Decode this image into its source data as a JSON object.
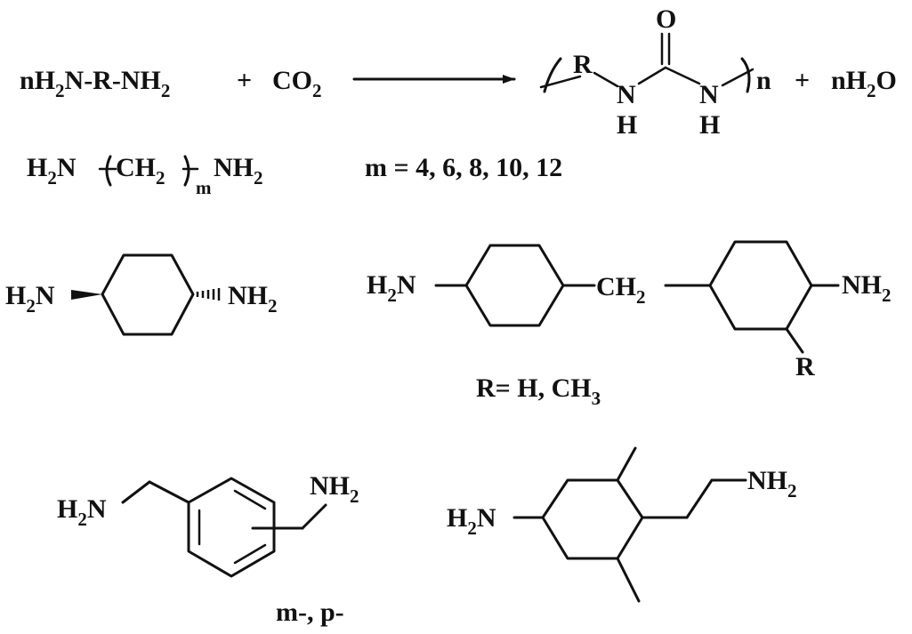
{
  "reaction": {
    "reactant_coef": "n",
    "amine_prefix": "H",
    "sub2": "2",
    "amine_mid": "N-R-NH",
    "plus": "+",
    "co2_main": "CO",
    "product_R": "R",
    "product_O": "O",
    "product_N": "N",
    "product_H": "H",
    "product_n": "n",
    "water_coef": "nH",
    "water_O": "O"
  },
  "aliphatic": {
    "left": "H",
    "n": "N",
    "ch": "CH",
    "m": "m",
    "right": "NH",
    "m_values": "m = 4, 6, 8, 10, 12"
  },
  "cyclohexane_diamine": {
    "left": "H",
    "n_left": "N",
    "right": "NH"
  },
  "methylene_bis": {
    "left": "H",
    "n_left": "N",
    "bridge": "CH",
    "right": "NH",
    "R": "R",
    "r_values_a": "R= H, CH",
    "r_values_sub": "3"
  },
  "xylylene": {
    "left": "H",
    "n_left": "N",
    "right": "NH",
    "isomers": "m-, p-"
  },
  "dimethylcyclohexyl": {
    "left": "H",
    "n_left": "N",
    "right": "NH"
  }
}
